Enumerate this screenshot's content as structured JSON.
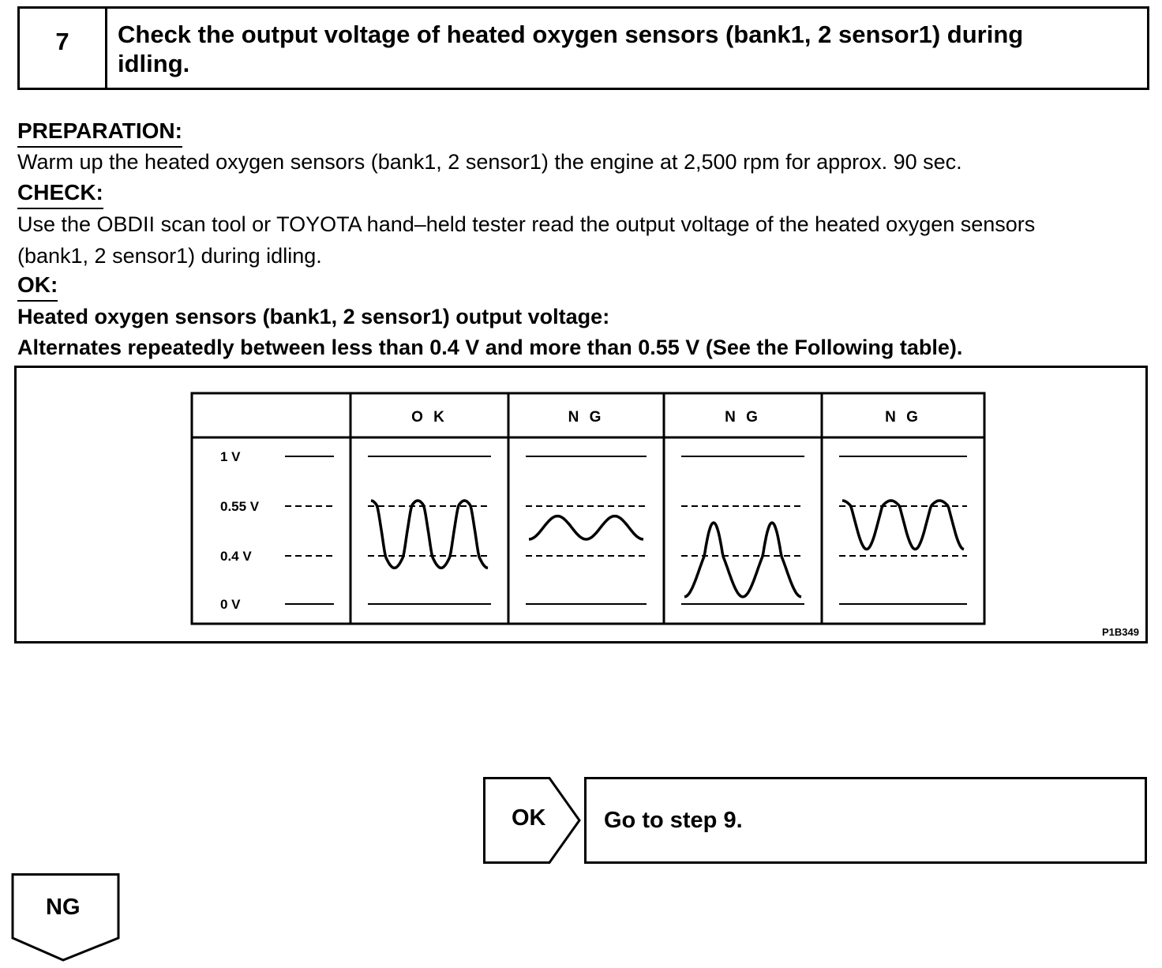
{
  "step": {
    "number": "7",
    "title_line1": "Check the output voltage of heated oxygen sensors (bank1, 2 sensor1) during",
    "title_line2": "idling."
  },
  "preparation": {
    "heading": "PREPARATION:",
    "text": "Warm up the heated oxygen sensors (bank1, 2 sensor1) the engine at 2,500 rpm for approx. 90 sec."
  },
  "check": {
    "heading": "CHECK:",
    "line1": "Use the OBDII scan tool or TOYOTA hand–held tester read the output voltage of the heated oxygen sensors",
    "line2": "(bank1, 2 sensor1) during idling."
  },
  "ok": {
    "heading": "OK:",
    "line1": "Heated oxygen sensors (bank1, 2 sensor1) output voltage:",
    "line2": "Alternates repeatedly between less than 0.4 V and more than 0.55 V (See the Following table)."
  },
  "figure": {
    "code": "P1B349",
    "voltage_labels": [
      "1    V",
      "0.55 V",
      "0.4  V",
      "0    V"
    ],
    "columns": [
      {
        "header": "O K",
        "wave_min_v": 0.3,
        "wave_max_v": 0.6,
        "cycles": 2.5
      },
      {
        "header": "N G",
        "wave_min_v": 0.45,
        "wave_max_v": 0.52,
        "cycles": 2
      },
      {
        "header": "N G",
        "wave_min_v": 0.06,
        "wave_max_v": 0.5,
        "cycles": 2
      },
      {
        "header": "N G",
        "wave_min_v": 0.42,
        "wave_max_v": 0.6,
        "cycles": 2.5
      }
    ]
  },
  "branches": {
    "ok_label": "OK",
    "ok_result": "Go to step 9.",
    "ng_label": "NG"
  }
}
